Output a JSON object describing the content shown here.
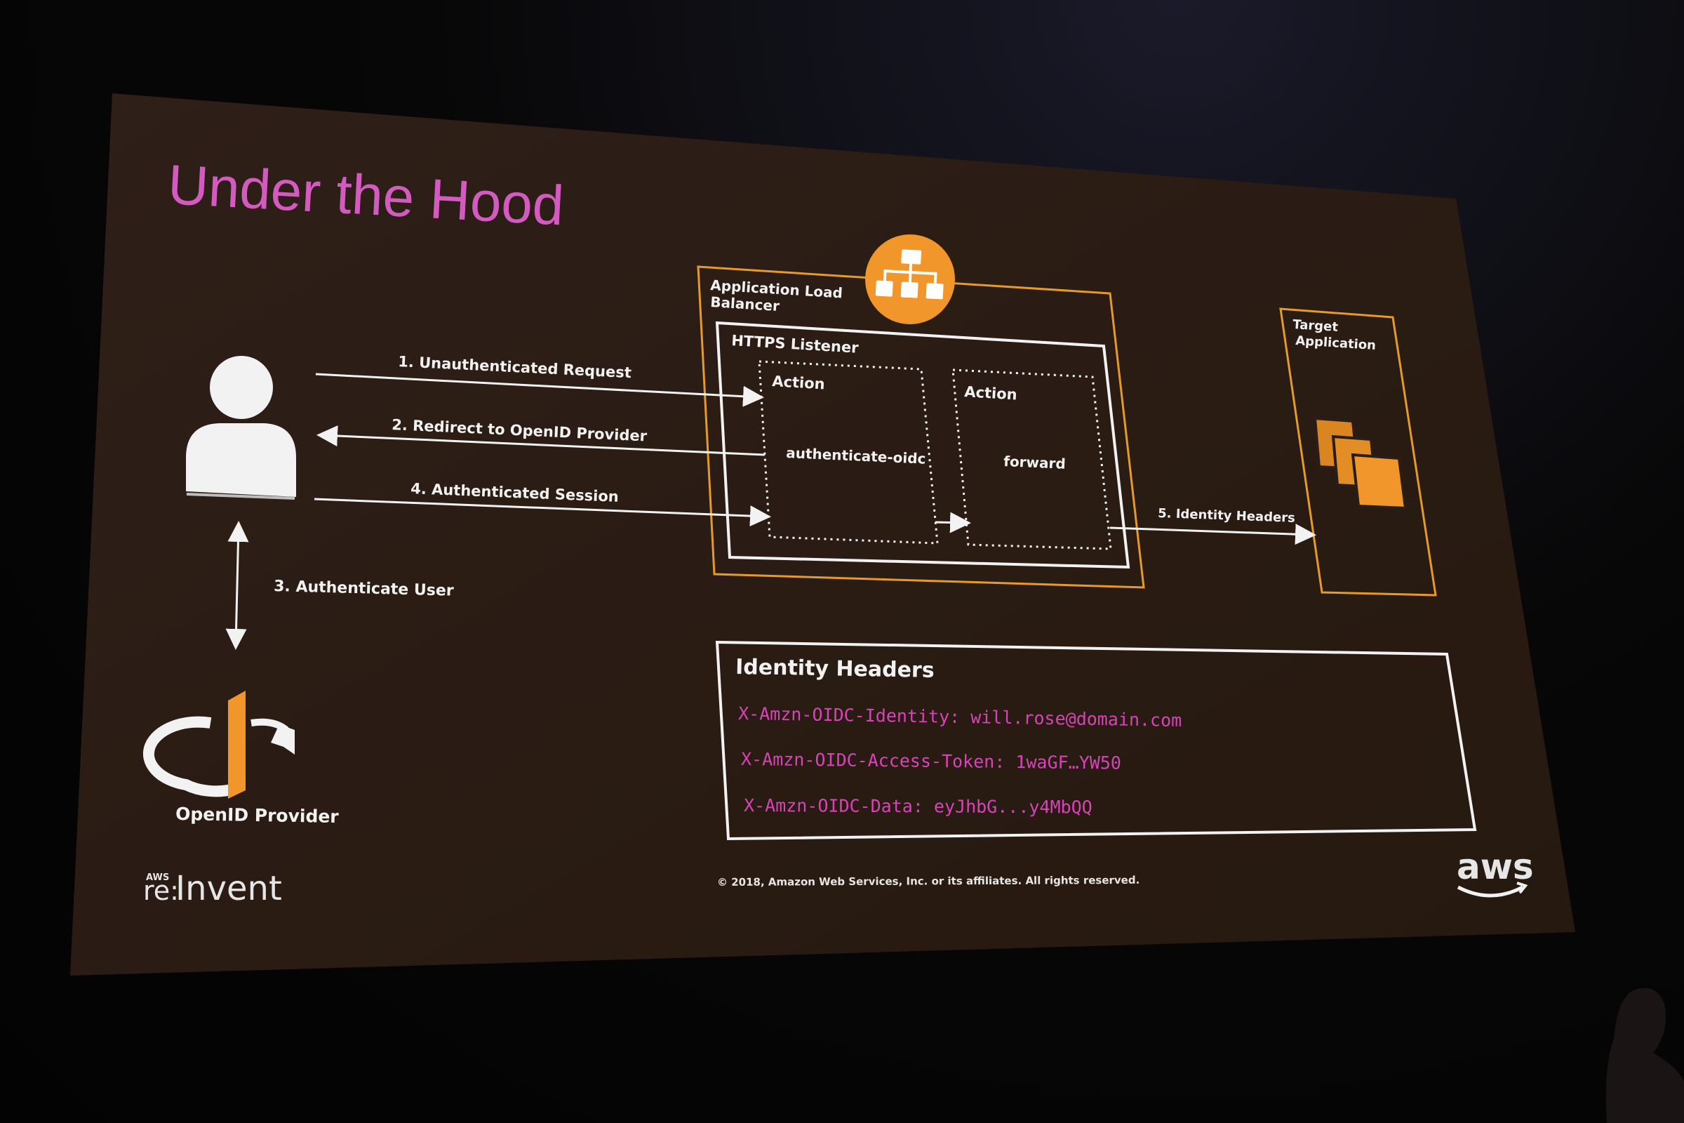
{
  "slide": {
    "title": "Under the Hood",
    "alb_label_line1": "Application Load",
    "alb_label_line2": "Balancer",
    "https_listener_label": "HTTPS Listener",
    "action1_label": "Action",
    "action1_value": "authenticate-oidc",
    "action2_label": "Action",
    "action2_value": "forward",
    "target_label_line1": "Target",
    "target_label_line2": "Application",
    "openid_label": "OpenID Provider",
    "flows": {
      "step1": "1. Unauthenticated Request",
      "step2": "2. Redirect to OpenID Provider",
      "step3": "3. Authenticate User",
      "step4": "4. Authenticated Session",
      "step5": "5. Identity Headers"
    },
    "identity_headers": {
      "title": "Identity Headers",
      "line1": "X-Amzn-OIDC-Identity: will.rose@domain.com",
      "line2": "X-Amzn-OIDC-Access-Token: 1waGF…YW50",
      "line3": "X-Amzn-OIDC-Data: eyJhbG...y4MbQQ"
    },
    "footer": {
      "copyright": "© 2018, Amazon Web Services, Inc. or its affiliates. All rights reserved.",
      "reinvent_small": "AWS",
      "reinvent_re": "re:",
      "reinvent_invent": "Invent",
      "aws_logo": "aws"
    }
  },
  "colors": {
    "slide_bg": "#2a1d17",
    "title": "#d35bc0",
    "orange": "#f0962a",
    "orange_border": "#e59a2a",
    "white": "#f2f2f2",
    "mono_magenta": "#d843b8"
  },
  "icons": {
    "user": "user-icon",
    "alb": "load-balancer-icon",
    "target": "ec2-instances-icon",
    "openid": "openid-logo",
    "aws": "aws-smile-logo"
  }
}
